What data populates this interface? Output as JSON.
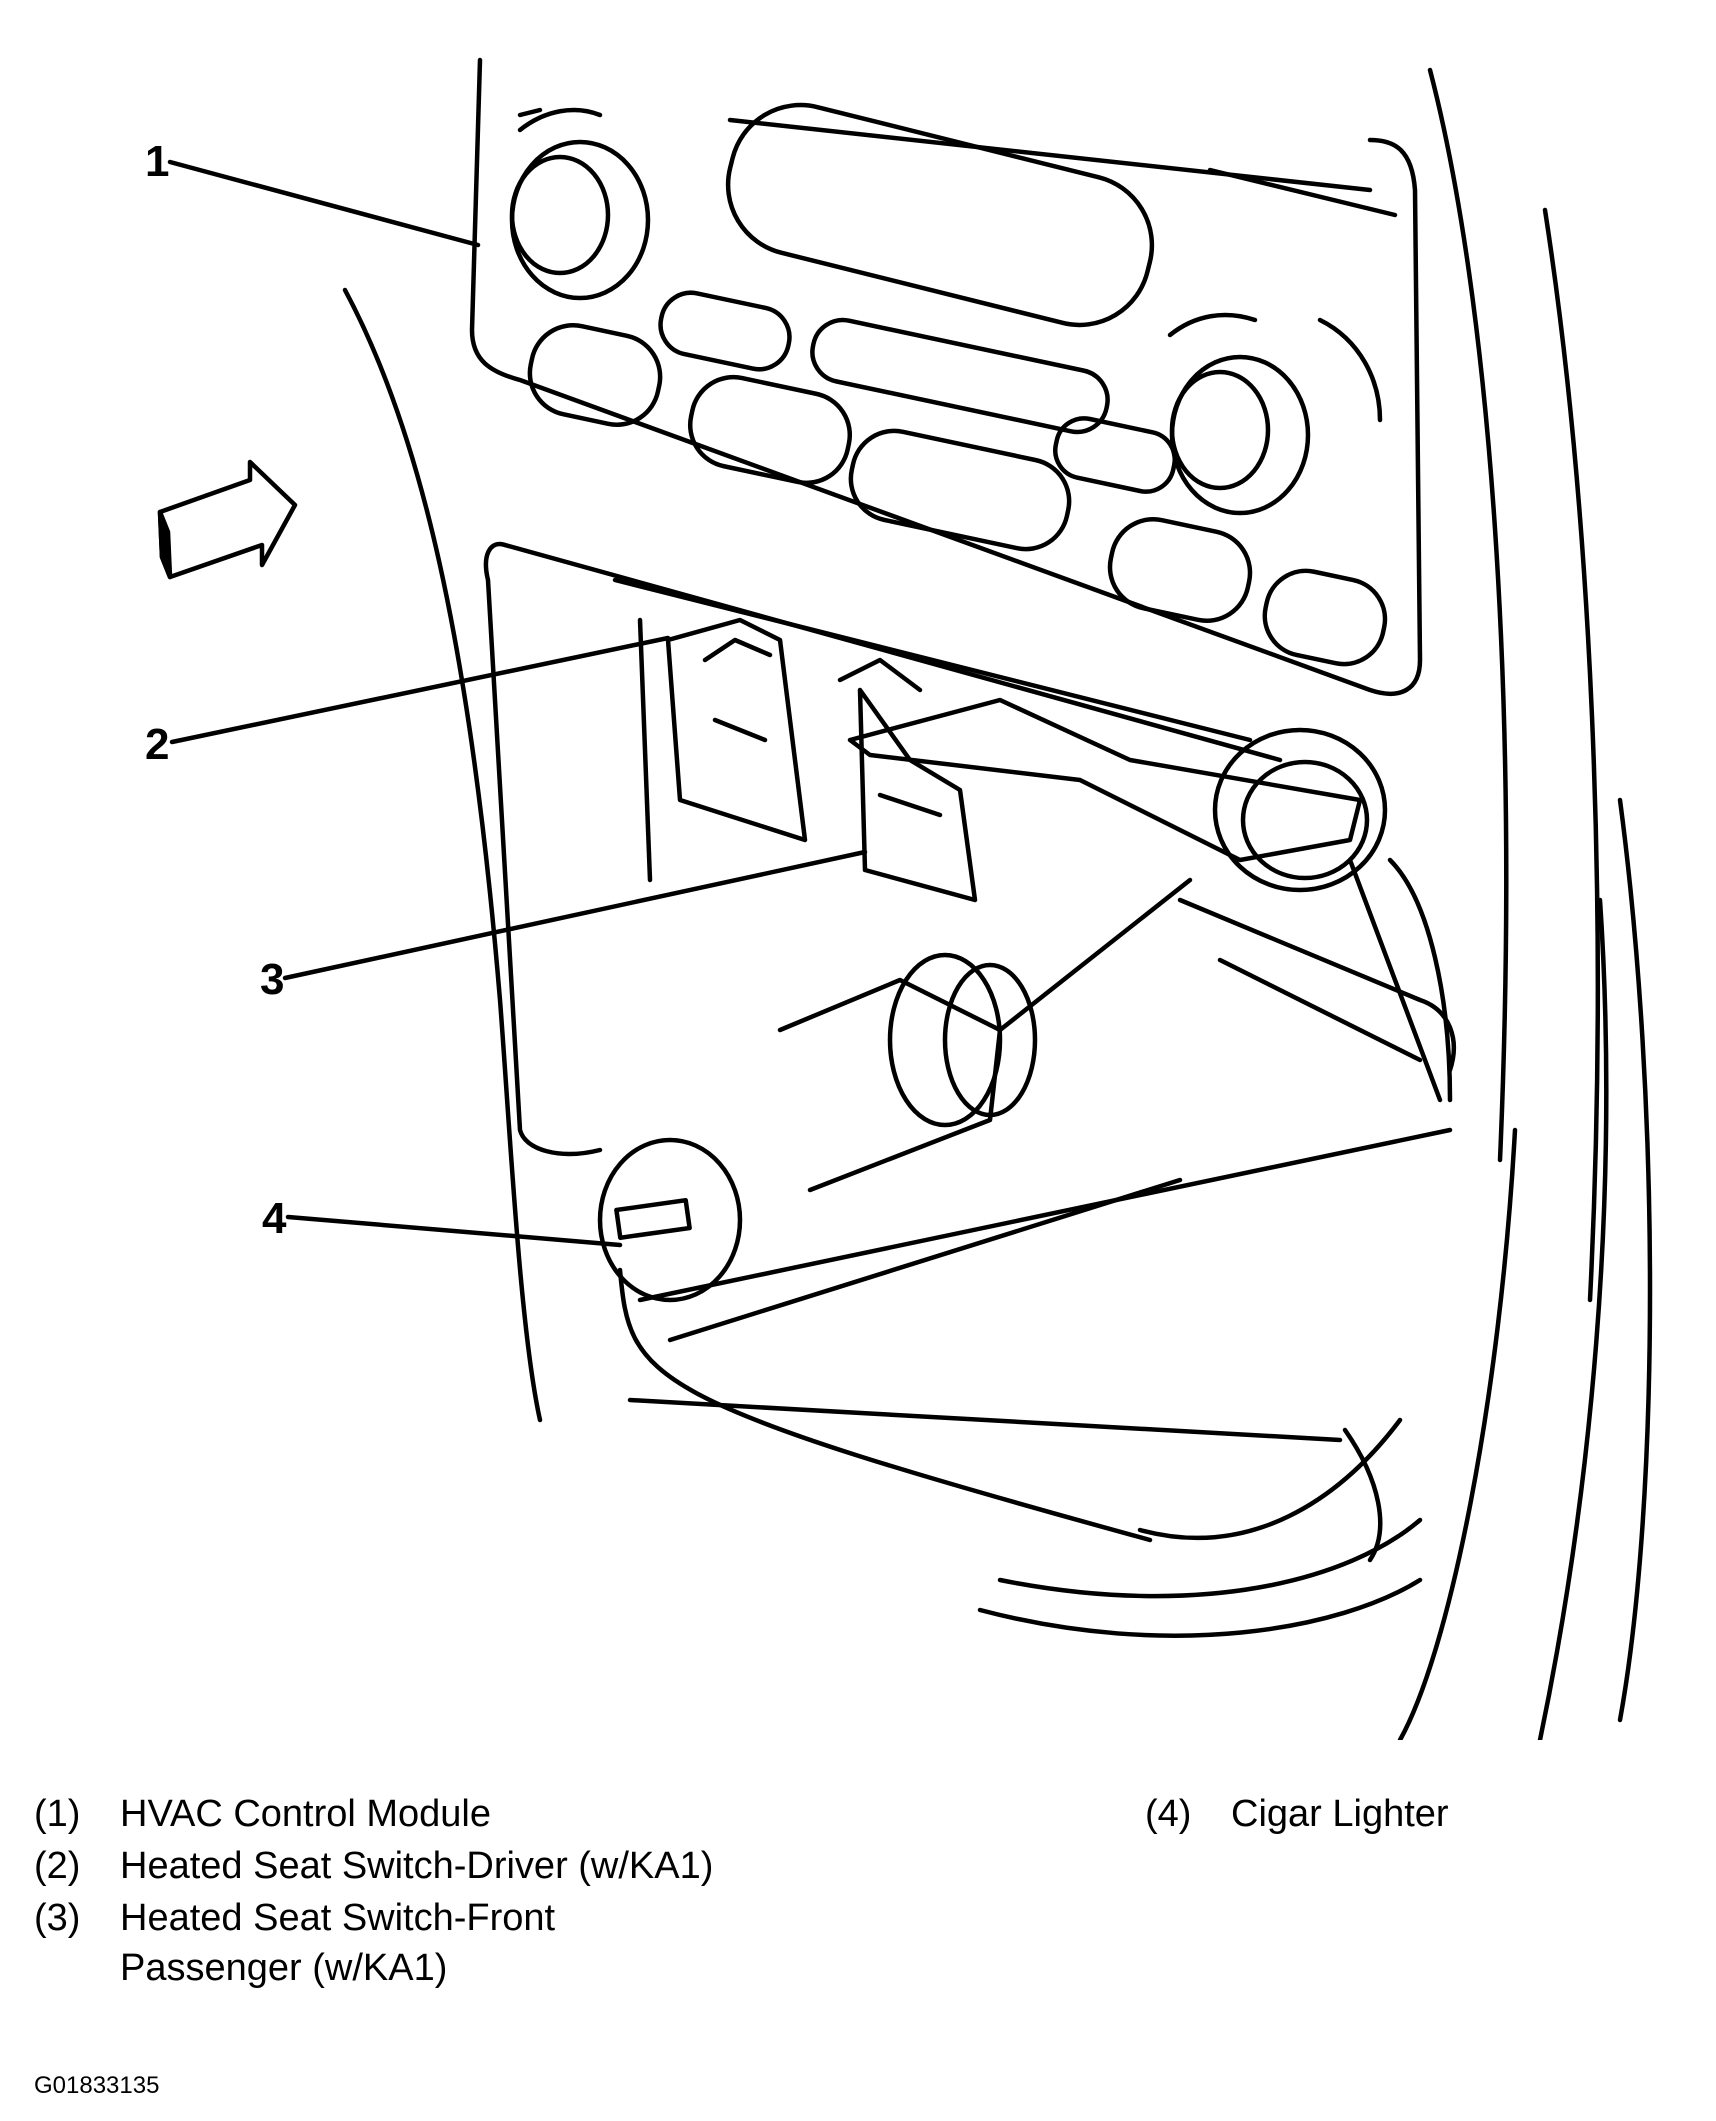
{
  "callouts": [
    {
      "num": "1"
    },
    {
      "num": "2"
    },
    {
      "num": "3"
    },
    {
      "num": "4"
    }
  ],
  "legend": [
    {
      "num": "(1)",
      "lines": [
        "HVAC Control Module"
      ]
    },
    {
      "num": "(2)",
      "lines": [
        "Heated Seat Switch-Driver (w/KA1)"
      ]
    },
    {
      "num": "(3)",
      "lines": [
        "Heated Seat Switch-Front",
        "Passenger (w/KA1)"
      ]
    },
    {
      "num": "(4)",
      "lines": [
        "Cigar Lighter"
      ]
    }
  ],
  "figure_code": "G01833135"
}
